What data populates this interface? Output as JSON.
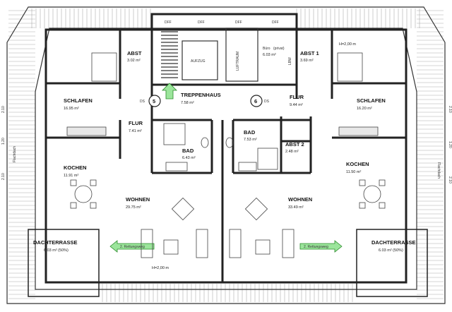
{
  "rooms": {
    "abst_left": {
      "name": "ABST",
      "area": "3.02 m²"
    },
    "schlafen_left": {
      "name": "SCHLAFEN",
      "area": "16.95 m²"
    },
    "flur_left": {
      "name": "FLUR",
      "area": "7.41 m²"
    },
    "kochen_left": {
      "name": "KOCHEN",
      "area": "11.91 m²"
    },
    "wohnen_left": {
      "name": "WOHNEN",
      "area": "29.75 m²"
    },
    "bad_left": {
      "name": "BAD",
      "area": "6.43 m²"
    },
    "treppenhaus": {
      "name": "TREPPENHAUS",
      "area": "7.58 m²"
    },
    "aufzug": {
      "name": "AUFZUG"
    },
    "luftraum": {
      "name": "LUFTRAUM"
    },
    "buero": {
      "name": "Büro",
      "suffix": "(privat)",
      "area": "6.03 m²"
    },
    "abst1": {
      "name": "ABST 1",
      "area": "3.69 m²"
    },
    "schlafen_right": {
      "name": "SCHLAFEN",
      "area": "16.20 m²"
    },
    "flur_right": {
      "name": "FLUR",
      "area": "9.44 m²"
    },
    "bad_right": {
      "name": "BAD",
      "area": "7.53 m²"
    },
    "abst2": {
      "name": "ABST 2",
      "area": "2.48 m²"
    },
    "kochen_right": {
      "name": "KOCHEN",
      "area": "11.50 m²"
    },
    "wohnen_right": {
      "name": "WOHNEN",
      "area": "33.49 m²"
    },
    "terrasse_left": {
      "name": "DACHTERRASSE",
      "area": "6.03 m² (50%)"
    },
    "terrasse_right": {
      "name": "DACHTERRASSE",
      "area": "6.03 m² (50%)"
    }
  },
  "labels": {
    "unit_left": "5",
    "unit_right": "6",
    "ds_left": "DS",
    "ds_right": "DS",
    "height_top": "H=2,00 m",
    "height_bottom": "H=2,00 m",
    "rettungsweg_left": "2. Rettungsweg",
    "rettungsweg_right": "2. Rettungsweg",
    "dff_1": "DFF",
    "dff_2": "DFF",
    "dff_3": "DFF",
    "dff_4": "DFF",
    "flachdach_left": "Flachdach",
    "flachdach_right": "Flachdach",
    "lbw": "LBW",
    "dim_left_1": "2.10",
    "dim_left_2": "1.20",
    "dim_left_3": "2.10",
    "dim_right_1": "2.10",
    "dim_right_2": "1.20",
    "dim_right_3": "2.10"
  },
  "colors": {
    "escape_route": "#9be59b",
    "wall": "#222222"
  }
}
